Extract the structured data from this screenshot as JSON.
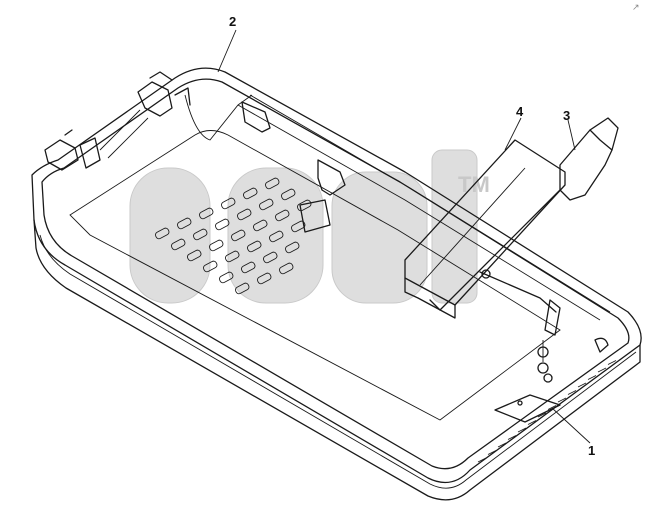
{
  "diagram": {
    "callouts": [
      {
        "id": "callout-1",
        "label": "1"
      },
      {
        "id": "callout-2",
        "label": "2"
      },
      {
        "id": "callout-3",
        "label": "3"
      },
      {
        "id": "callout-4",
        "label": "4"
      }
    ],
    "watermark": {
      "mark": "TM"
    },
    "corner_mark": "↗"
  }
}
